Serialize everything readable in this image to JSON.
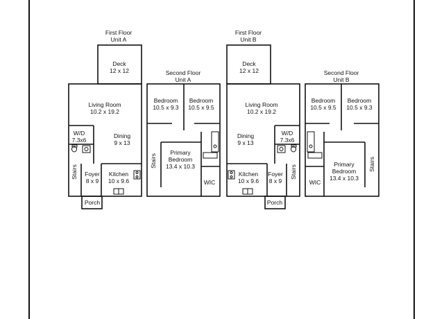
{
  "plans": [
    {
      "id": "ff-a",
      "floor_title": "First Floor",
      "unit_title": "Unit A",
      "rooms": {
        "deck": {
          "name": "Deck",
          "size": "12 x 12"
        },
        "living": {
          "name": "Living Room",
          "size": "10.2 x 19.2"
        },
        "wd": {
          "name": "W/D",
          "size": "7.3x6"
        },
        "dining": {
          "name": "Dining",
          "size": "9 x 13"
        },
        "foyer": {
          "name": "Foyer",
          "size": "8 x 9"
        },
        "kitchen": {
          "name": "Kitchen",
          "size": "10 x 9.6"
        },
        "porch": {
          "name": "Porch"
        },
        "stairs": {
          "name": "Stairs"
        }
      }
    },
    {
      "id": "sf-a",
      "floor_title": "Second Floor",
      "unit_title": "Unit A",
      "rooms": {
        "bedroom1": {
          "name": "Bedroom",
          "size": "10.5 x 9.3"
        },
        "bedroom2": {
          "name": "Bedroom",
          "size": "10.5 x 9.5"
        },
        "primary": {
          "name": "Primary",
          "name2": "Bedroom",
          "size": "13.4 x 10.3"
        },
        "wic": {
          "name": "WIC"
        },
        "stairs": {
          "name": "Stairs"
        }
      }
    },
    {
      "id": "ff-b",
      "floor_title": "First Floor",
      "unit_title": "Unit B",
      "rooms": {
        "deck": {
          "name": "Deck",
          "size": "12 x 12"
        },
        "living": {
          "name": "Living Room",
          "size": "10.2 x 19.2"
        },
        "wd": {
          "name": "W/D",
          "size": "7.3x6"
        },
        "dining": {
          "name": "Dining",
          "size": "9 x 13"
        },
        "foyer": {
          "name": "Foyer",
          "size": "8 x 9"
        },
        "kitchen": {
          "name": "Kitchen",
          "size": "10 x 9.6"
        },
        "porch": {
          "name": "Porch"
        },
        "stairs": {
          "name": "Stairs"
        }
      }
    },
    {
      "id": "sf-b",
      "floor_title": "Second Floor",
      "unit_title": "Unit B",
      "rooms": {
        "bedroom1": {
          "name": "Bedroom",
          "size": "10.5 x 9.5"
        },
        "bedroom2": {
          "name": "Bedroom",
          "size": "10.5 x 9.3"
        },
        "primary": {
          "name": "Primary",
          "name2": "Bedroom",
          "size": "13.4 x 10.3"
        },
        "wic": {
          "name": "WIC"
        },
        "stairs": {
          "name": "Stairs"
        }
      }
    }
  ],
  "colors": {
    "ink": "#111111",
    "page": "#ffffff"
  }
}
